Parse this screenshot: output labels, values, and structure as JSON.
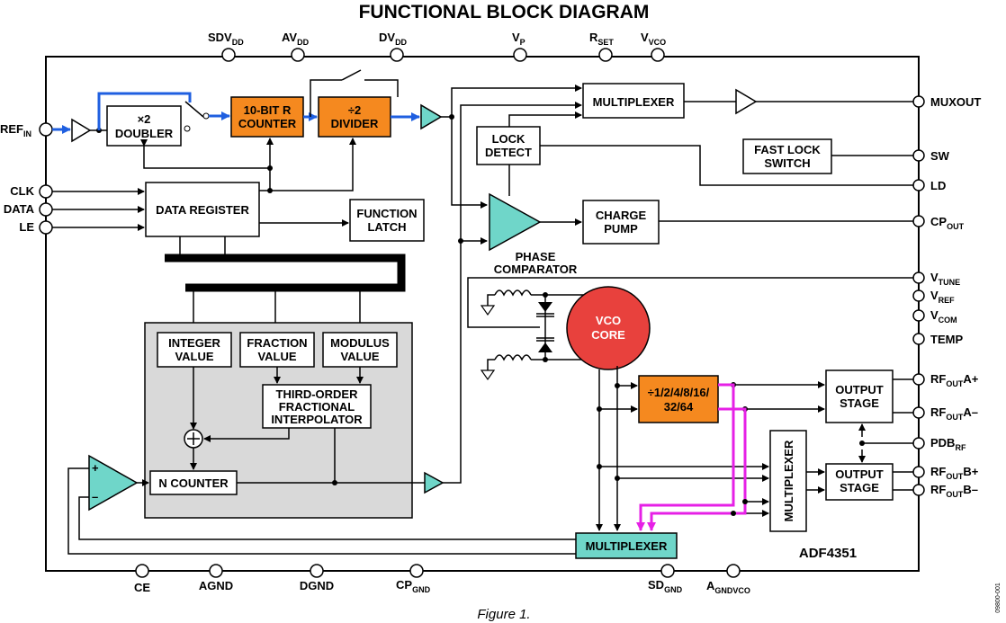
{
  "title": "FUNCTIONAL BLOCK DIAGRAM",
  "caption": "Figure 1.",
  "part_number": "ADF4351",
  "doc_code": "09800-001",
  "colors": {
    "orange": "#f5891f",
    "teal": "#6fd6c9",
    "vco_red": "#e8413d",
    "blue_path": "#1f5fe0",
    "magenta_path": "#e620e6",
    "gray_panel": "#d9d9d9"
  },
  "top_pins": {
    "sdvdd": {
      "main": "SDV",
      "sub": "DD"
    },
    "avdd": {
      "main": "AV",
      "sub": "DD"
    },
    "dvdd": {
      "main": "DV",
      "sub": "DD"
    },
    "vp": {
      "main": "V",
      "sub": "P"
    },
    "rset": {
      "main": "R",
      "sub": "SET"
    },
    "vvco": {
      "main": "V",
      "sub": "VCO"
    }
  },
  "left_pins": {
    "refin": {
      "main": "REF",
      "sub": "IN"
    },
    "clk": "CLK",
    "data": "DATA",
    "le": "LE"
  },
  "right_pins": {
    "muxout": "MUXOUT",
    "sw": "SW",
    "ld": "LD",
    "cpout": {
      "main": "CP",
      "sub": "OUT"
    },
    "vtune": {
      "main": "V",
      "sub": "TUNE"
    },
    "vref": {
      "main": "V",
      "sub": "REF"
    },
    "vcom": {
      "main": "V",
      "sub": "COM"
    },
    "temp": "TEMP",
    "rfouta_plus": {
      "main": "RF",
      "sub": "OUT",
      "suffix": "A+"
    },
    "rfouta_minus": {
      "main": "RF",
      "sub": "OUT",
      "suffix": "A–"
    },
    "pdbrf": {
      "main": "PDB",
      "sub": "RF"
    },
    "rfoutb_plus": {
      "main": "RF",
      "sub": "OUT",
      "suffix": "B+"
    },
    "rfoutb_minus": {
      "main": "RF",
      "sub": "OUT",
      "suffix": "B–"
    }
  },
  "bottom_pins": {
    "ce": "CE",
    "agnd": "AGND",
    "dgnd": "DGND",
    "cpgnd": {
      "main": "CP",
      "sub": "GND"
    },
    "sdgnd": {
      "main": "SD",
      "sub": "GND"
    },
    "agndvco": {
      "main": "A",
      "sub": "GNDVCO"
    }
  },
  "blocks": {
    "doubler": [
      "×2",
      "DOUBLER"
    ],
    "r_counter": [
      "10-BIT R",
      "COUNTER"
    ],
    "divider": [
      "÷2",
      "DIVIDER"
    ],
    "multiplexer_top": "MULTIPLEXER",
    "lock_detect": [
      "LOCK",
      "DETECT"
    ],
    "fast_lock_switch": [
      "FAST LOCK",
      "SWITCH"
    ],
    "data_register": "DATA REGISTER",
    "function_latch": [
      "FUNCTION",
      "LATCH"
    ],
    "charge_pump": [
      "CHARGE",
      "PUMP"
    ],
    "phase_comparator": [
      "PHASE",
      "COMPARATOR"
    ],
    "integer_value": [
      "INTEGER",
      "VALUE"
    ],
    "fraction_value": [
      "FRACTION",
      "VALUE"
    ],
    "modulus_value": [
      "MODULUS",
      "VALUE"
    ],
    "interpolator": [
      "THIRD-ORDER",
      "FRACTIONAL",
      "INTERPOLATOR"
    ],
    "n_counter": "N COUNTER",
    "vco_core": [
      "VCO",
      "CORE"
    ],
    "rf_divider": [
      "÷1/2/4/8/16/",
      "32/64"
    ],
    "output_stage_a": [
      "OUTPUT",
      "STAGE"
    ],
    "output_stage_b": [
      "OUTPUT",
      "STAGE"
    ],
    "multiplexer_vertical": "MULTIPLEXER",
    "multiplexer_bottom": "MULTIPLEXER"
  },
  "opamp_signs": {
    "plus": "+",
    "minus": "–"
  }
}
